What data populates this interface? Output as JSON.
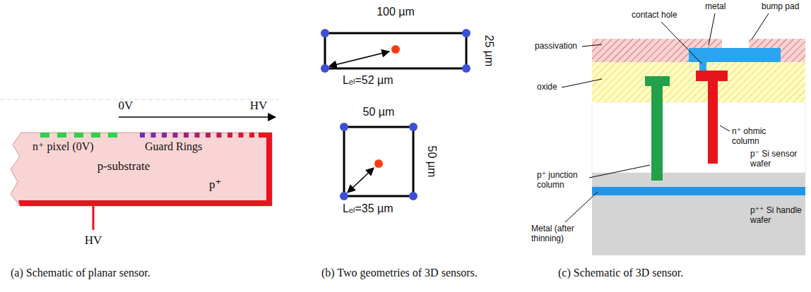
{
  "diagram": {
    "labels": [
      "0V",
      "HV",
      "n⁺ pixel (0V)",
      "Guard Rings",
      "p-substrate",
      "p⁺",
      "HV",
      "(a) Schematic of planar sensor.",
      "100 µm",
      "25 µm",
      "Lₑₗ=52 µm",
      "50 µm",
      "50 µm",
      "Lₑₗ=35 µm",
      "(b) Two geometries of 3D sensors.",
      "contact hole",
      "metal",
      "bump pad",
      "passivation",
      "oxide",
      "p⁺ junction column",
      "n⁺ ohmic column",
      "p⁻ Si sensor wafer",
      "Metal (after thinning)",
      "p⁺⁺ Si handle wafer",
      "(c) Schematic of 3D sensor."
    ]
  }
}
